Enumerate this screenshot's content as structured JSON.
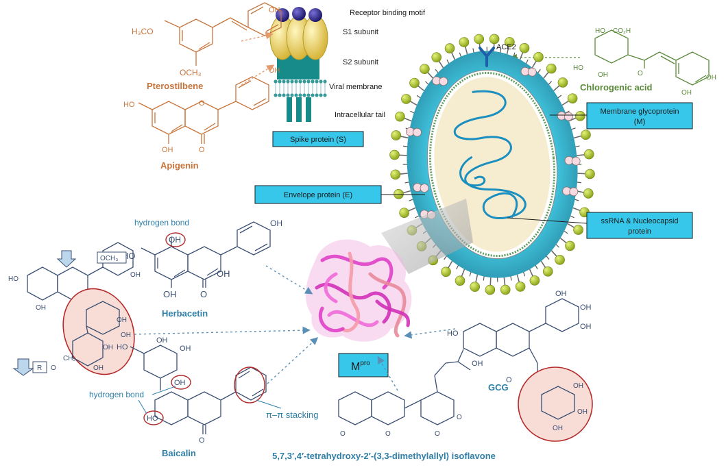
{
  "spike": {
    "receptor_binding_motif": "Receptor binding motif",
    "s1_subunit": "S1 subunit",
    "s2_subunit": "S2 subunit",
    "viral_membrane": "Viral membrane",
    "intracellular_tail": "Intracellular tail",
    "box_label": "Spike protein (S)"
  },
  "ace2": "ACE2",
  "compounds": {
    "pterostilbene": "Pterostilbene",
    "apigenin": "Apigenin",
    "chlorogenic_acid": "Chlorogenic acid",
    "herbacetin": "Herbacetin",
    "baicalin": "Baicalin",
    "gcg": "GCG",
    "isoflavone": "5,7,3′,4′-tetrahydroxy-2′-(3,3-dimethylallyl) isoflavone"
  },
  "atoms": {
    "h3co": "H₃CO",
    "och3": "OCH₃",
    "oh": "OH",
    "ho": "HO",
    "o": "O",
    "co2h": "CO₂H",
    "ch2": "CH₂",
    "r": "R"
  },
  "virus_labels": {
    "membrane_glycoprotein_line1": "Membrane  glycoprotein",
    "membrane_glycoprotein_line2": "(M)",
    "envelope_protein": "Envelope protein (E)",
    "ssrna_line1": "ssRNA & Nucleocapsid",
    "ssrna_line2": "protein"
  },
  "interactions": {
    "hydrogen_bond": "hydrogen bond",
    "pi_stacking": "π–π stacking"
  },
  "mpro": {
    "main": "M",
    "sup": "pro"
  },
  "colors": {
    "virus_shell": "#39b3cf",
    "virus_core": "#f6ecd0",
    "spike_bulb": "#a8c32a",
    "label_box": "#36c7ea",
    "compound_orange": "#c8743a",
    "compound_green": "#5a8a3a",
    "compound_blue": "#2f7fa8",
    "structure_navy": "#3a4f73",
    "highlight_red": "#b52a2a",
    "mpro_magenta": "#e040c8"
  }
}
